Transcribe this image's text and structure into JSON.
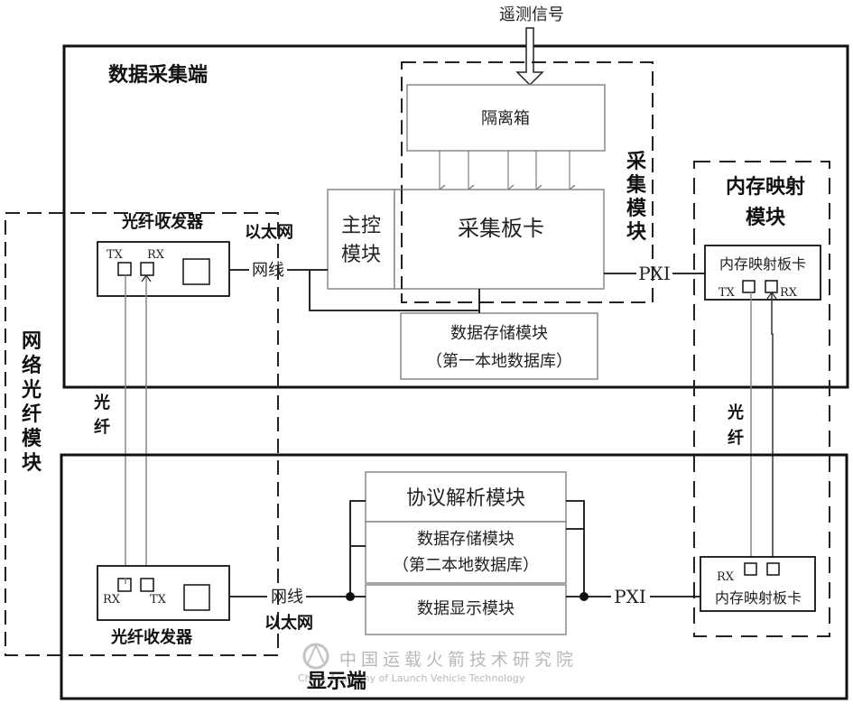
{
  "diagram": {
    "input_signal": "遥测信号",
    "acquisition_end": {
      "title": "数据采集端",
      "acquisition_module": {
        "title_chars": [
          "采",
          "集",
          "模",
          "块"
        ],
        "isolation_box": "隔离箱",
        "acq_card": "采集板卡"
      },
      "main_control": [
        "主控",
        "模块"
      ],
      "storage_module": {
        "line1": "数据存储模块",
        "line2": "（第一本地数据库）"
      },
      "transceiver": {
        "title": "光纤收发器",
        "tx": "TX",
        "rx": "RX"
      },
      "ethernet_label": "以太网",
      "cable_label": "网线",
      "pxi_label": "PXI"
    },
    "memory_map_module": {
      "title_line1": "内存映射",
      "title_line2": "模块",
      "card_top": {
        "label": "内存映射板卡",
        "tx": "TX",
        "rx": "RX"
      },
      "card_bottom": {
        "label": "内存映射板卡",
        "rx": "RX"
      },
      "fiber_chars": [
        "光",
        "纤"
      ]
    },
    "network_fiber_module": {
      "title_chars": [
        "网",
        "络",
        "光",
        "纤",
        "模",
        "块"
      ],
      "fiber_chars": [
        "光",
        "纤"
      ]
    },
    "display_end": {
      "title": "显示端",
      "protocol_module": "协议解析模块",
      "storage_module": {
        "line1": "数据存储模块",
        "line2": "（第二本地数据库）"
      },
      "display_module": "数据显示模块",
      "transceiver": {
        "title": "光纤收发器",
        "tx": "TX",
        "rx": "RX"
      },
      "ethernet_label": "以太网",
      "cable_label": "网线",
      "pxi_label": "PXI"
    },
    "watermark": {
      "cn": "中国运载火箭技术研究院",
      "en": "China Academy of Launch Vehicle Technology"
    }
  }
}
